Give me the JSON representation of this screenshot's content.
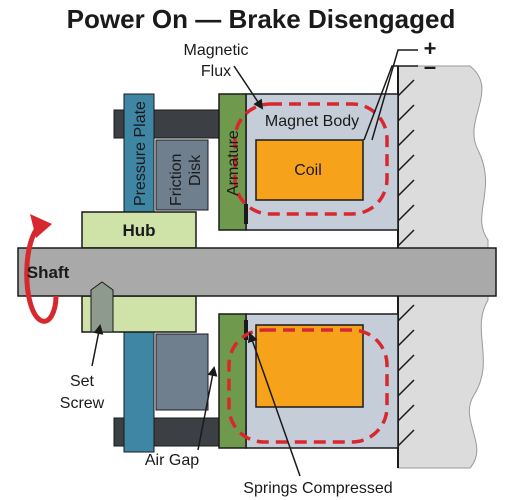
{
  "title": "Power On — Brake Disengaged",
  "labels": {
    "magnetic_flux_line1": "Magnetic",
    "magnetic_flux_line2": "Flux",
    "plus": "+",
    "minus": "–",
    "magnet_body": "Magnet Body",
    "coil": "Coil",
    "armature": "Armature",
    "pressure_plate": "Pressure Plate",
    "friction_disk_line1": "Friction",
    "friction_disk_line2": "Disk",
    "hub": "Hub",
    "shaft": "Shaft",
    "set_screw_line1": "Set",
    "set_screw_line2": "Screw",
    "air_gap": "Air Gap",
    "springs_compressed": "Springs Compressed"
  },
  "colors": {
    "magnet_body": "#c5ced8",
    "coil": "#f7a21b",
    "armature": "#6f9a4e",
    "pressure_plate": "#3f86a4",
    "friction_disk": "#6f7f8e",
    "hub": "#cfe3a8",
    "shaft": "#a9a9a9",
    "bolt": "#3c3f43",
    "flux_path": "#d8282f",
    "wall": "#dcdcdc"
  }
}
